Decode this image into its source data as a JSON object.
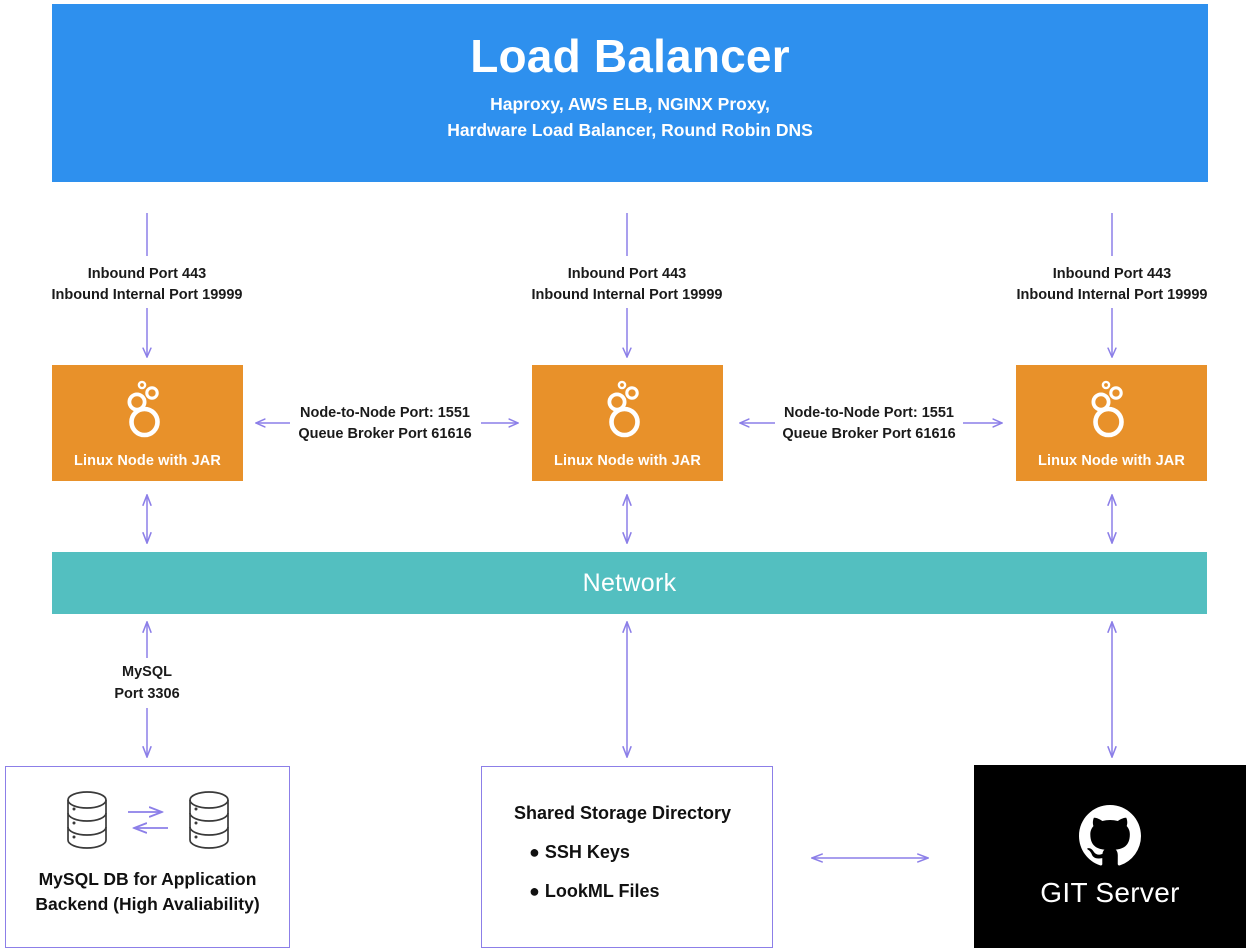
{
  "colors": {
    "blue": "#2e90ee",
    "orange": "#e8912a",
    "teal": "#53bfc0",
    "violet": "#8c7fe8",
    "black": "#000000",
    "text": "#1a1a1a"
  },
  "load_balancer": {
    "title": "Load Balancer",
    "subtitle_line1": "Haproxy, AWS ELB, NGINX Proxy,",
    "subtitle_line2": "Hardware Load Balancer, Round Robin DNS"
  },
  "inbound_labels": [
    {
      "line1": "Inbound Port 443",
      "line2": "Inbound Internal Port 19999"
    },
    {
      "line1": "Inbound Port 443",
      "line2": "Inbound Internal Port 19999"
    },
    {
      "line1": "Inbound Port 443",
      "line2": "Inbound Internal Port 19999"
    }
  ],
  "nodes": [
    {
      "label": "Linux Node with JAR",
      "icon": "bubbles-icon"
    },
    {
      "label": "Linux Node with JAR",
      "icon": "bubbles-icon"
    },
    {
      "label": "Linux Node with JAR",
      "icon": "bubbles-icon"
    }
  ],
  "node_links": [
    {
      "line1": "Node-to-Node Port: 1551",
      "line2": "Queue Broker Port 61616"
    },
    {
      "line1": "Node-to-Node Port: 1551",
      "line2": "Queue Broker Port 61616"
    }
  ],
  "network": {
    "label": "Network"
  },
  "mysql_link": {
    "line1": "MySQL",
    "line2": "Port 3306"
  },
  "database": {
    "caption_line1": "MySQL DB for Application",
    "caption_line2": "Backend (High Avaliability)",
    "icon_left": "database-cylinder-icon",
    "icon_right": "database-cylinder-icon",
    "sync_icon": "bidirectional-replication-icon"
  },
  "shared_storage": {
    "title": "Shared Storage Directory",
    "items": [
      {
        "bullet": "●",
        "label": "SSH Keys"
      },
      {
        "bullet": "●",
        "label": "LookML Files"
      }
    ]
  },
  "git_server": {
    "label": "GIT Server",
    "icon": "github-octocat-icon"
  }
}
